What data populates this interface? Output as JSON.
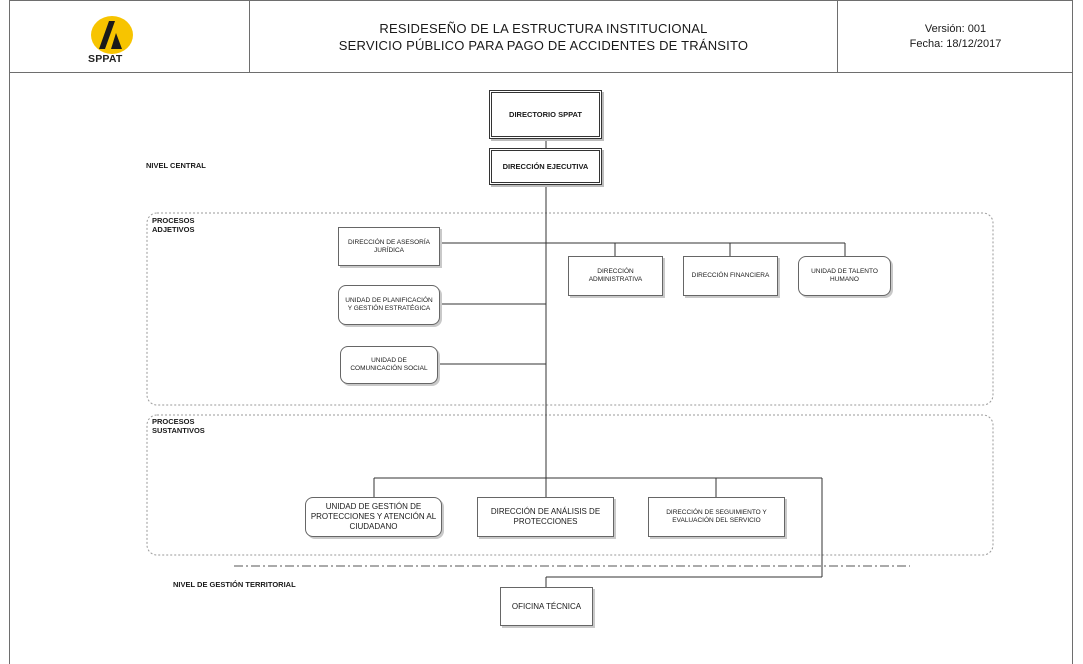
{
  "header": {
    "logo_text": "SPPAT",
    "title_line1": "RESIDESEÑO DE LA ESTRUCTURA INSTITUCIONAL",
    "title_line2": "SERVICIO PÚBLICO PARA PAGO DE ACCIDENTES DE TRÁNSITO",
    "version": "Versión: 001",
    "date": "Fecha: 18/12/2017"
  },
  "levels": {
    "central": "NIVEL CENTRAL",
    "adjetivos": "PROCESOS\nADJETIVOS",
    "sustantivos": "PROCESOS\nSUSTANTIVOS",
    "territorial": "NIVEL DE GESTIÓN TERRITORIAL"
  },
  "nodes": {
    "directorio": "DIRECTORIO SPPAT",
    "direccion_ejecutiva": "DIRECCIÓN EJECUTIVA",
    "asesoria_juridica": "DIRECCIÓN DE ASESORÍA JURÍDICA",
    "planificacion": "UNIDAD DE PLANIFICACIÓN Y GESTIÓN ESTRATÉGICA",
    "comunicacion": "UNIDAD DE COMUNICACIÓN SOCIAL",
    "administrativa": "DIRECCIÓN ADMINISTRATIVA",
    "financiera": "DIRECCIÓN FINANCIERA",
    "talento_humano": "UNIDAD DE TALENTO HUMANO",
    "gestion_protecciones": "UNIDAD DE GESTIÓN DE PROTECCIONES Y ATENCIÓN AL CIUDADANO",
    "analisis_protecciones": "DIRECCIÓN DE ANÁLISIS DE PROTECCIONES",
    "seguimiento": "DIRECCIÓN DE SEGUIMIENTO Y EVALUACIÓN DEL SERVICIO",
    "oficina_tecnica": "OFICINA TÉCNICA"
  },
  "colors": {
    "logo_yellow": "#f7c400",
    "logo_black": "#1a1a1a",
    "line": "#333333",
    "dotted_group": "#9a9a9a"
  }
}
